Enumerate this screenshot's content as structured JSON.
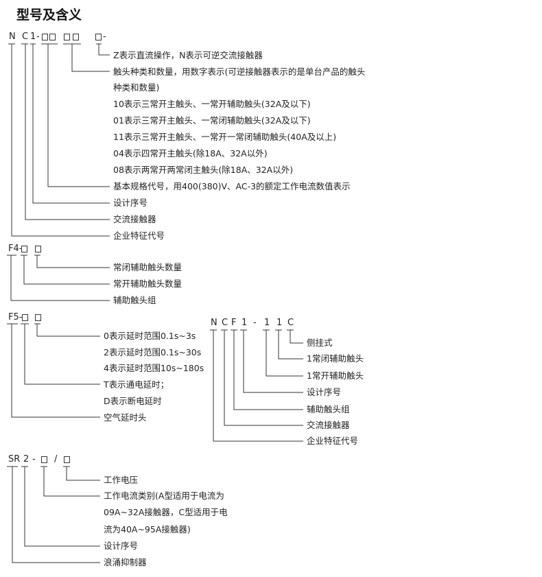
{
  "title": "型号及含义",
  "nc1": {
    "code": {
      "n": "N",
      "c": "C",
      "one": "1",
      "dash": "-",
      "dash2": "-"
    },
    "lines": [
      "Z表示直流操作，N表示可逆交流接触器",
      "触头种类和数量，用数字表示(可逆接触器表示的是单台产品的触头",
      "种类和数量)",
      "10表示三常开主触头、一常开辅助触头(32A及以下)",
      "01表示三常开主触头、一常闭辅助触头(32A及以下)",
      "11表示三常开主触头、一常开一常闭辅助触头(40A及以上)",
      "04表示四常开主触头(除18A、32A以外)",
      "08表示两常开两常闭主触头(除18A、32A以外)",
      "基本规格代号，用400(380)V、AC-3的额定工作电流数值表示",
      "设计序号",
      "交流接触器",
      "企业特征代号"
    ]
  },
  "f4": {
    "code": "F4-",
    "lines": [
      "常闭辅助触头数量",
      "常开辅助触头数量",
      "辅助触头组"
    ]
  },
  "f5": {
    "code": "F5-",
    "lines": [
      "0表示延时范围0.1s~3s",
      "2表示延时范围0.1s~30s",
      "4表示延时范围10s~180s",
      "T表示通电延时；",
      "D表示断电延时",
      "空气延时头"
    ]
  },
  "ncf": {
    "code": [
      "N",
      "C",
      "F",
      "1",
      "-",
      "1",
      "1",
      "C"
    ],
    "lines": [
      "侧挂式",
      "1常闭辅助触头",
      "1常开辅助触头",
      "设计序号",
      "辅助触头组",
      "交流接触器",
      "企业特征代号"
    ]
  },
  "sr": {
    "code": {
      "sr": "SR",
      "two": "2",
      "dash": "-",
      "slash": "/"
    },
    "lines": [
      "工作电压",
      "工作电流类别(A型适用于电流为",
      "09A~32A接触器，C型适用于电",
      "流为40A~95A接触器)",
      "设计序号",
      "浪涌抑制器"
    ]
  }
}
